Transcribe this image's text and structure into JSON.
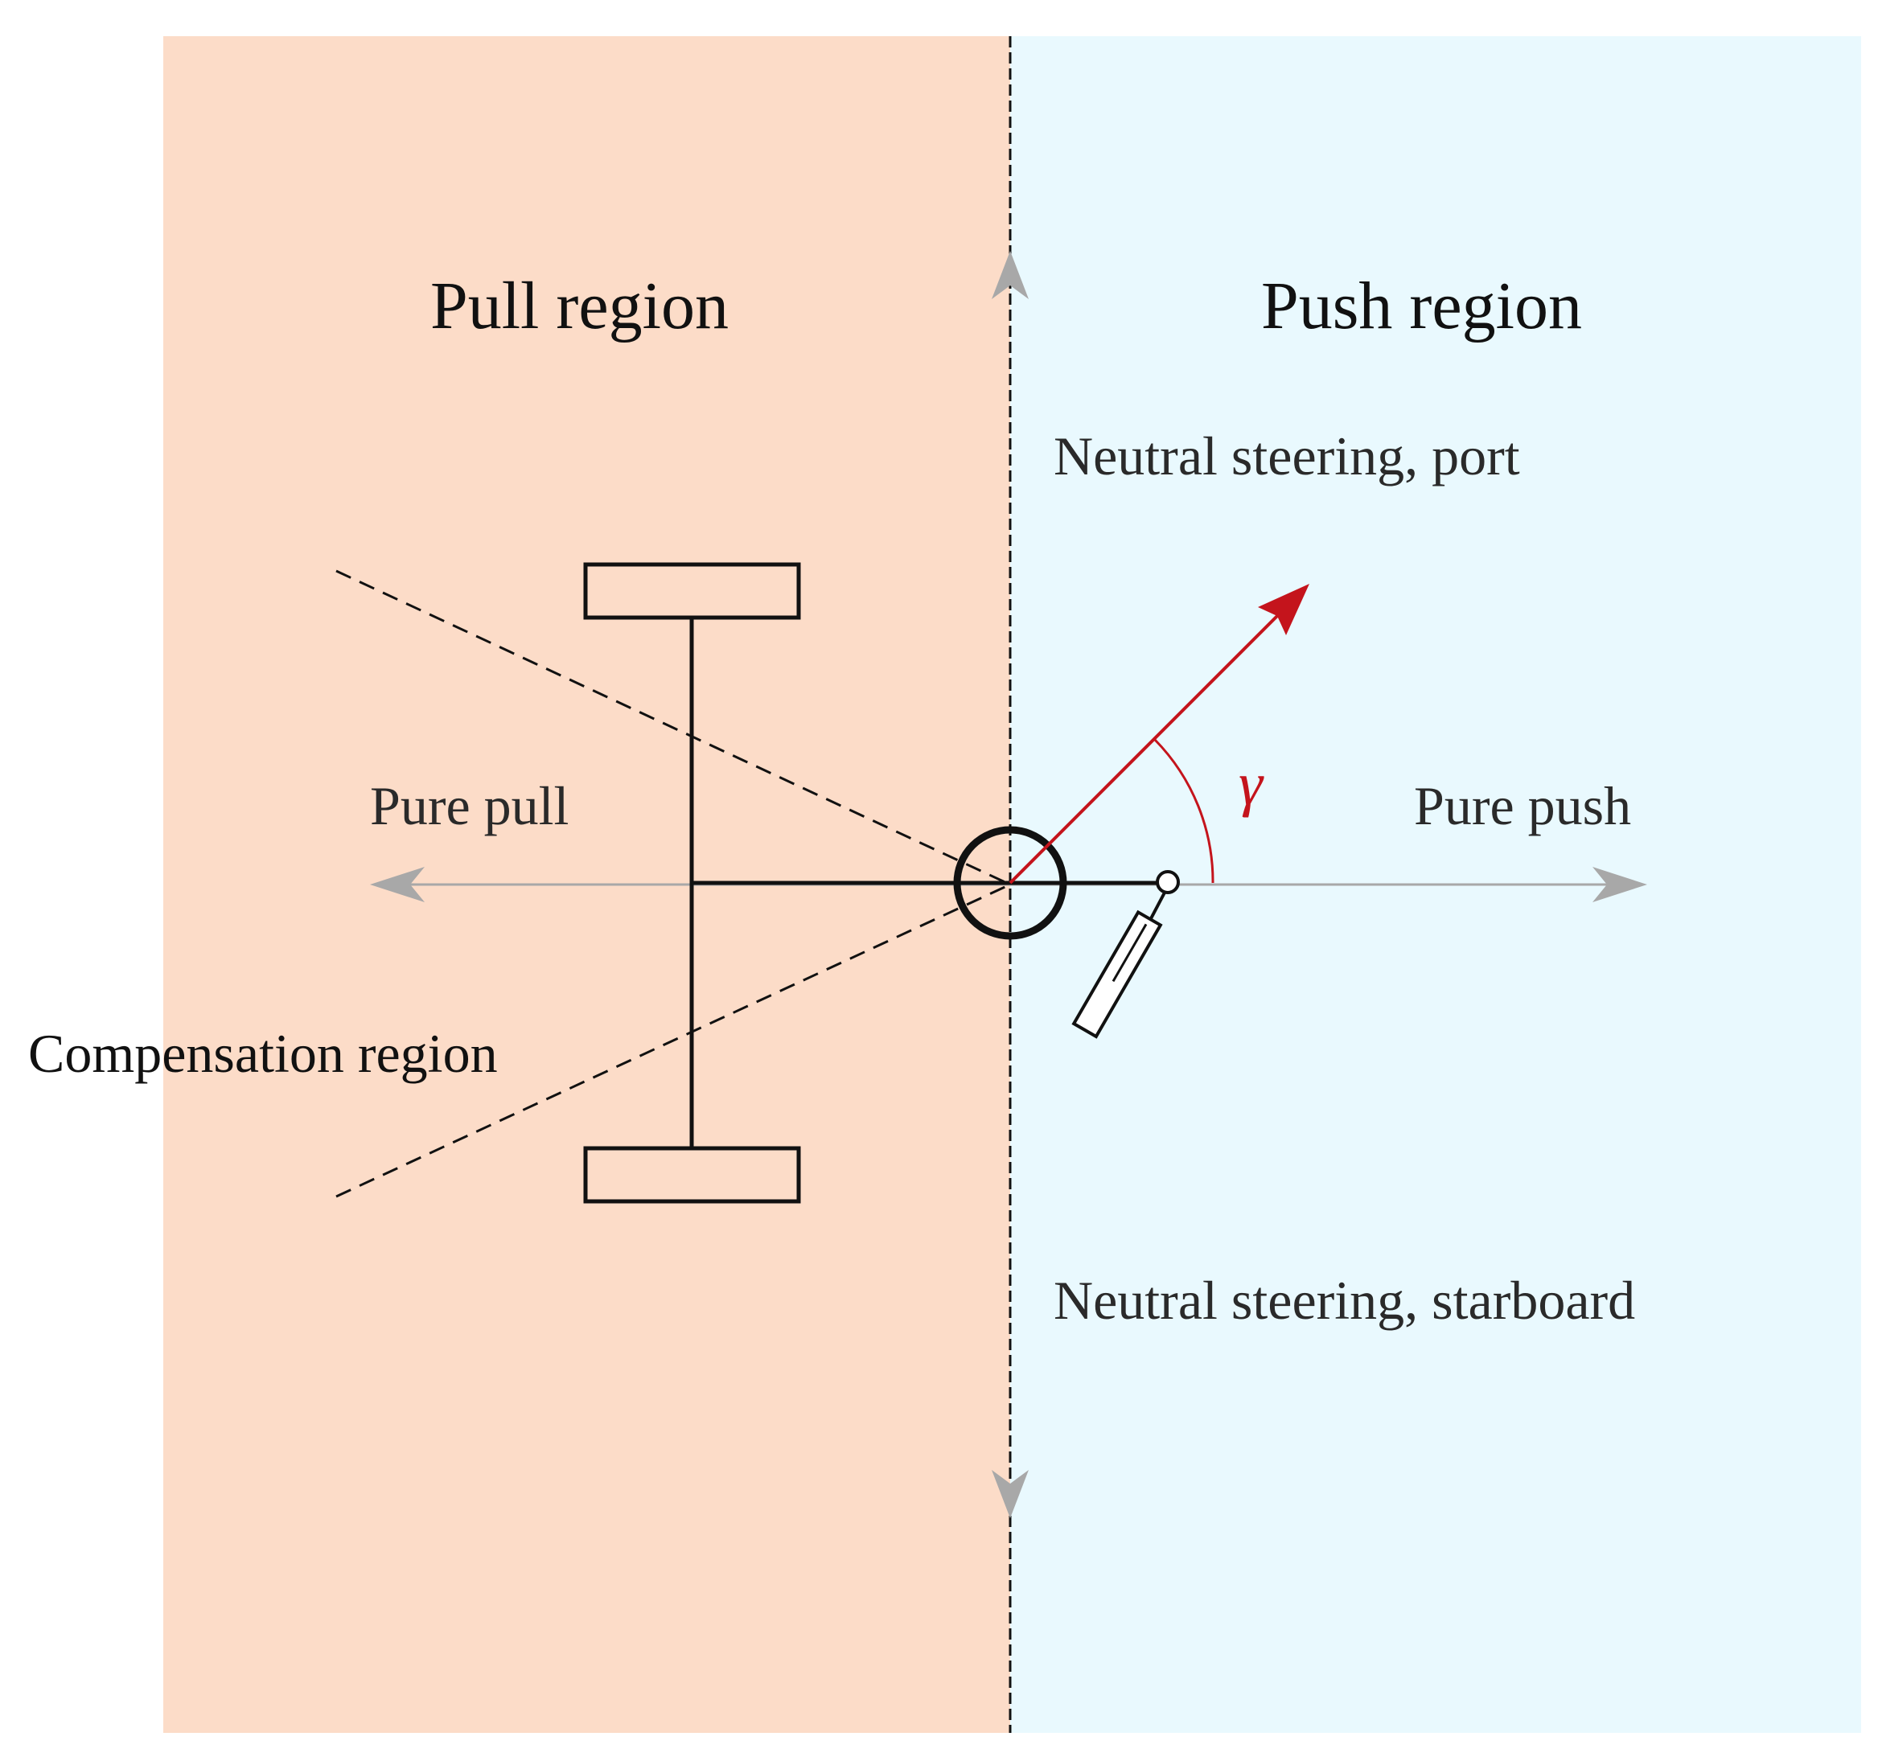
{
  "labels": {
    "pull_region": "Pull region",
    "push_region": "Push region",
    "neutral_port": "Neutral steering, port",
    "neutral_starboard": "Neutral steering, starboard",
    "pure_pull": "Pure pull",
    "pure_push": "Pure push",
    "compensation": "Compensation region",
    "angle_symbol": "γ"
  },
  "colors": {
    "pull_region_fill": "#fcdcc8",
    "push_region_fill": "#e9f9fe",
    "thrust_vector": "#c4141c",
    "axis_arrows": "#a8a8a8",
    "structure": "#111111"
  },
  "icons": {
    "pivot": "circle-icon",
    "lever": "joystick-icon"
  }
}
